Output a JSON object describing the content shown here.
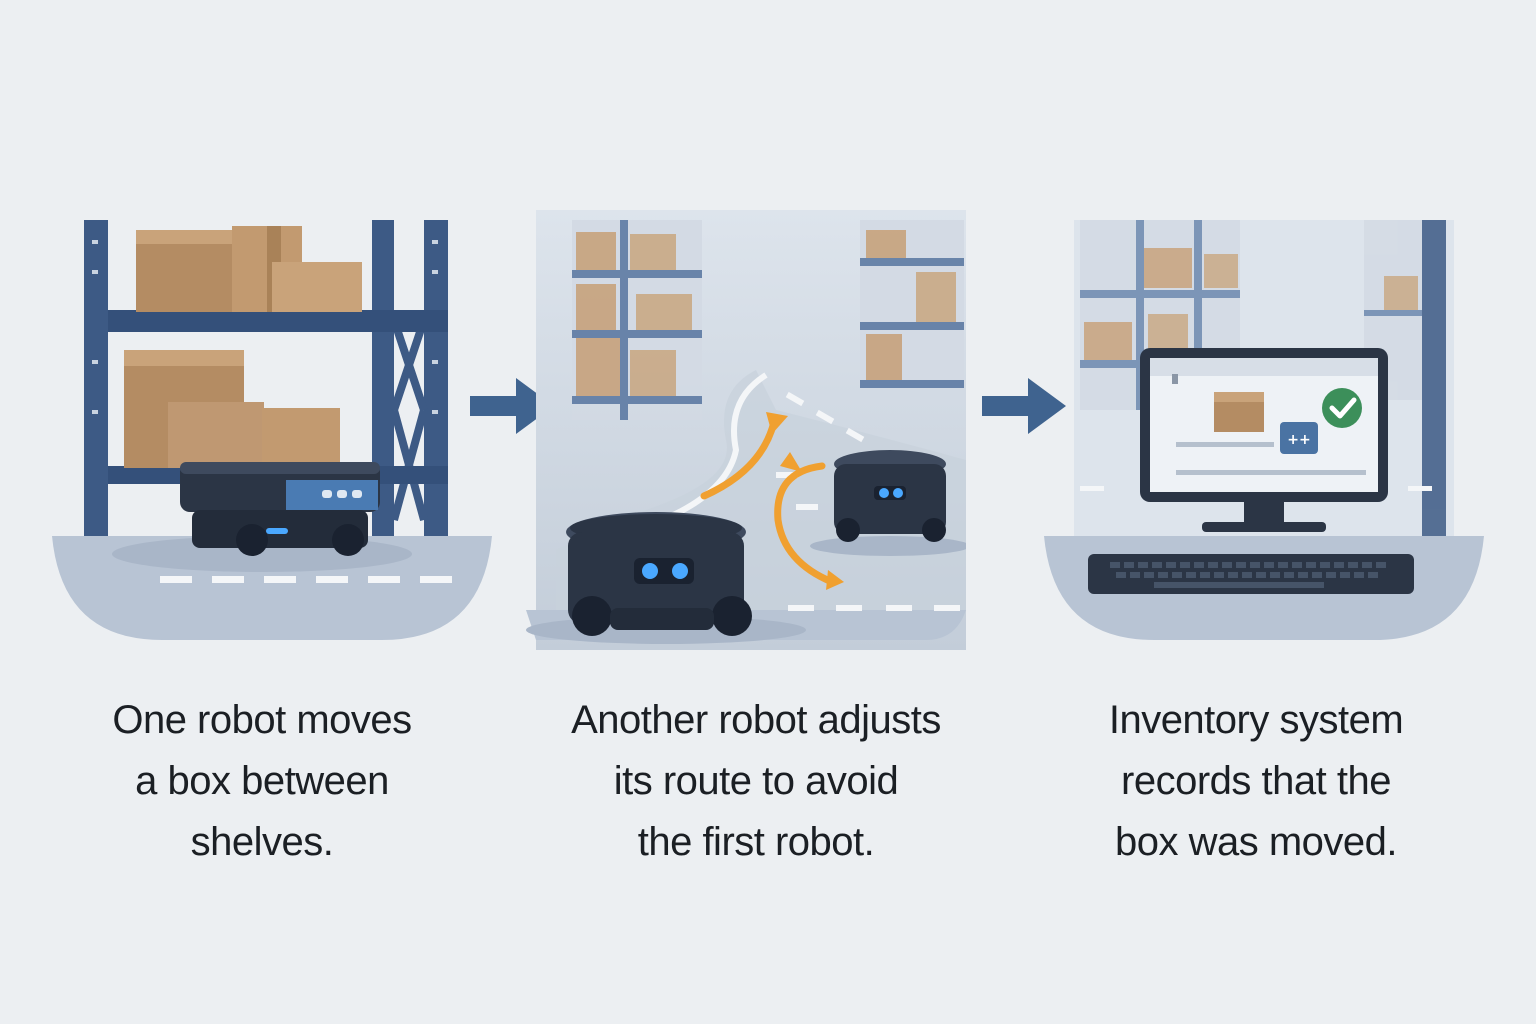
{
  "steps": [
    {
      "id": "step-1",
      "scene": "robot-carrying-box-between-shelves",
      "caption_lines": [
        "One robot moves",
        "a box between",
        "shelves."
      ]
    },
    {
      "id": "step-2",
      "scene": "second-robot-rerouting-around-first",
      "caption_lines": [
        "Another robot adjusts",
        "its route to avoid",
        "the first robot."
      ]
    },
    {
      "id": "step-3",
      "scene": "inventory-computer-confirms-move",
      "caption_lines": [
        "Inventory system",
        "records that the",
        "box was moved."
      ]
    }
  ],
  "connector_icon": "right-arrow-icon",
  "colors": {
    "background": "#eceff2",
    "shelf_steel": "#3d5a85",
    "box_cardboard": "#b48c63",
    "robot_body": "#2b3545",
    "robot_light": "#4aa8ff",
    "route_arrow": "#f0a030",
    "check_badge": "#3c8f5a",
    "arrow_connector": "#3f638f",
    "text": "#1b1f24"
  }
}
